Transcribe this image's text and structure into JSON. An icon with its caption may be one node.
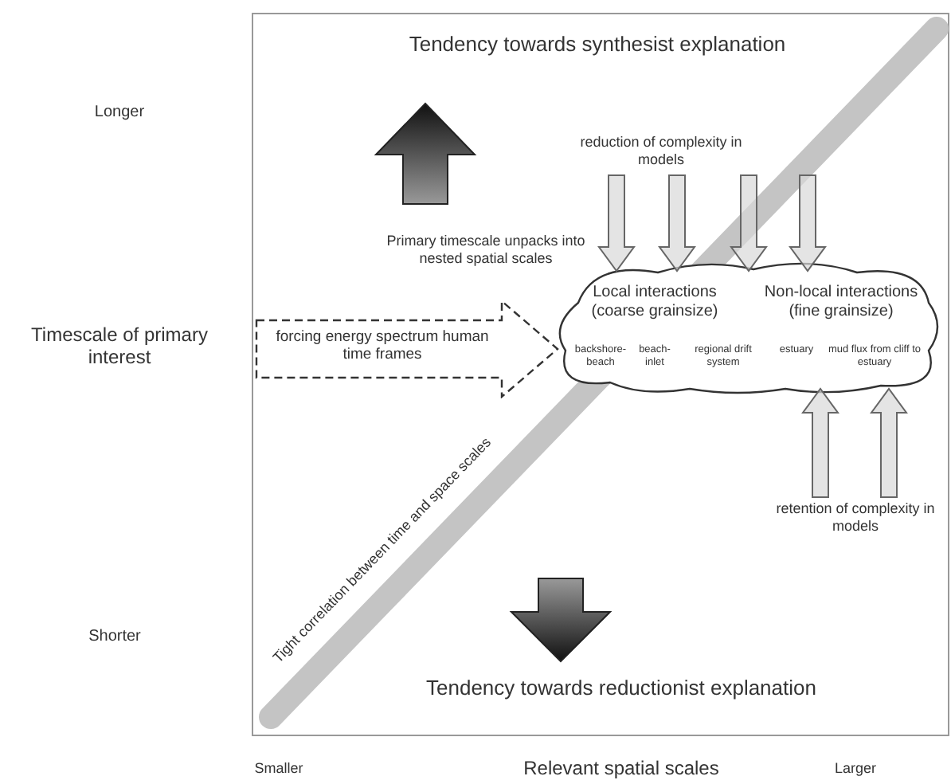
{
  "diagram": {
    "nodes": [
      {
        "text": [
          "Local interactions (coarse grainsize)",
          "Non-local interactions (fine grainsize)",
          "backshore-beach",
          "beach-inlet",
          "regional drift system",
          "estuary",
          "mud flux from cliff to estuary"
        ]
      },
      {
        "text": [
          "forcing energy spectrum human time frames"
        ]
      },
      {
        "text": [
          "reduction of complexity in models"
        ]
      },
      {
        "text": [
          "retention of complexity in models"
        ]
      }
    ],
    "edges": [
      {
        "from": 2,
        "to": 0,
        "arrow": "to"
      },
      {
        "from": 2,
        "to": 0,
        "arrow": "to"
      },
      {
        "from": 2,
        "to": 0,
        "arrow": "to"
      },
      {
        "from": 2,
        "to": 0,
        "arrow": "to"
      },
      {
        "from": 3,
        "to": 0,
        "arrow": "to"
      },
      {
        "from": 3,
        "to": 0,
        "arrow": "to"
      }
    ],
    "labels": [
      "Tendency towards synthesist explanation",
      "Longer",
      "Primary timescale unpacks into nested spatial scales",
      "Timescale of primary interest",
      "Tight correlation between time and space scales",
      "Shorter",
      "Tendency towards reductionist explanation",
      "Smaller",
      "Relevant spatial scales",
      "Larger"
    ]
  }
}
